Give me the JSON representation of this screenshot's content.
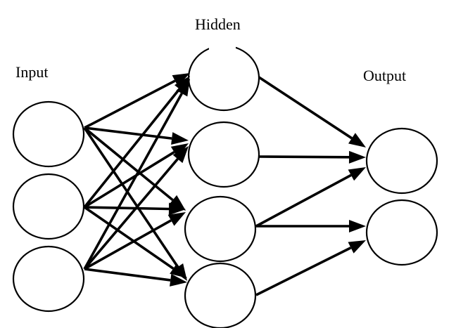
{
  "diagram": {
    "type": "feedforward-neural-network",
    "colors": {
      "stroke": "#000000",
      "node_fill": "#ffffff",
      "background": "#ffffff"
    },
    "layers": [
      {
        "id": "input",
        "label": "Input",
        "nodes": [
          "i1",
          "i2",
          "i3"
        ]
      },
      {
        "id": "hidden",
        "label": "Hidden",
        "nodes": [
          "h1",
          "h2",
          "h3",
          "h4"
        ]
      },
      {
        "id": "output",
        "label": "Output",
        "nodes": [
          "o1",
          "o2"
        ]
      }
    ],
    "edges": [
      [
        "i1",
        "h1"
      ],
      [
        "i1",
        "h2"
      ],
      [
        "i1",
        "h3"
      ],
      [
        "i1",
        "h4"
      ],
      [
        "i2",
        "h1"
      ],
      [
        "i2",
        "h2"
      ],
      [
        "i2",
        "h3"
      ],
      [
        "i2",
        "h4"
      ],
      [
        "i3",
        "h1"
      ],
      [
        "i3",
        "h2"
      ],
      [
        "i3",
        "h3"
      ],
      [
        "i3",
        "h4"
      ],
      [
        "h1",
        "o1"
      ],
      [
        "h2",
        "o1"
      ],
      [
        "h3",
        "o1"
      ],
      [
        "h3",
        "o2"
      ],
      [
        "h4",
        "o2"
      ]
    ]
  }
}
